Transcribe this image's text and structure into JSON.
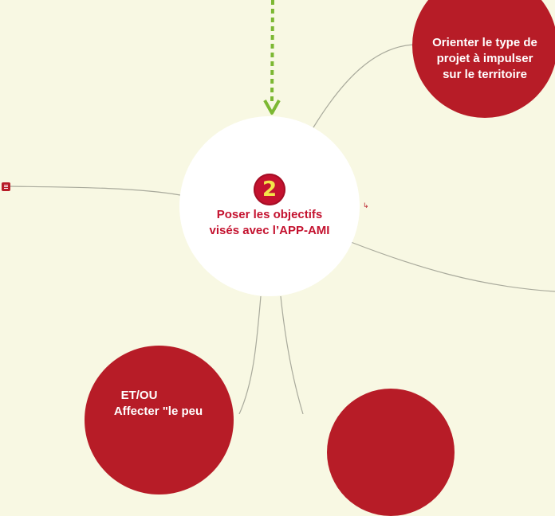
{
  "center_node": {
    "badge": "2",
    "label": "Poser les objectifs visés avec l’APP-AMI"
  },
  "nodes": {
    "top_right": "Orienter le type de projet à impulser sur le territoire",
    "bottom_left_line1": "ET/OU",
    "bottom_left_line2": "Affecter \"le peu"
  },
  "colors": {
    "background": "#f8f8e3",
    "node_red": "#b71c27",
    "center_text": "#c4122f",
    "badge_digit": "#f3e44a",
    "arrow_green": "#7cb832",
    "connector": "#a9aa9c"
  },
  "icons": [
    "notes-icon",
    "link-icon",
    "arrow-down-icon"
  ]
}
